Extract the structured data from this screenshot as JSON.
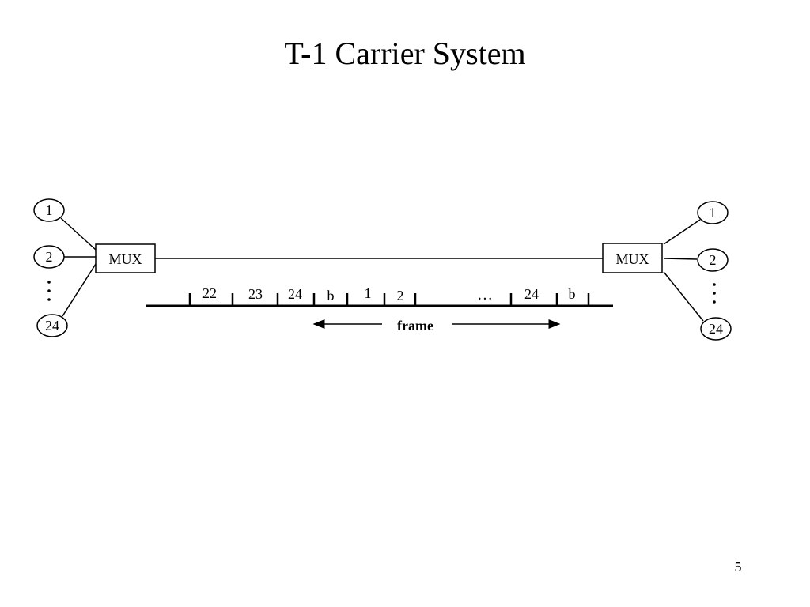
{
  "slide": {
    "title": "T-1 Carrier System",
    "page_number": "5"
  },
  "left_terminal": {
    "channels": [
      "1",
      "2",
      "24"
    ],
    "mux_label": "MUX"
  },
  "right_terminal": {
    "channels": [
      "1",
      "2",
      "24"
    ],
    "mux_label": "MUX"
  },
  "frame_timeline": {
    "slots": [
      "22",
      "23",
      "24",
      "b",
      "1",
      "2",
      "…",
      "24",
      "b"
    ],
    "frame_label": "frame"
  }
}
